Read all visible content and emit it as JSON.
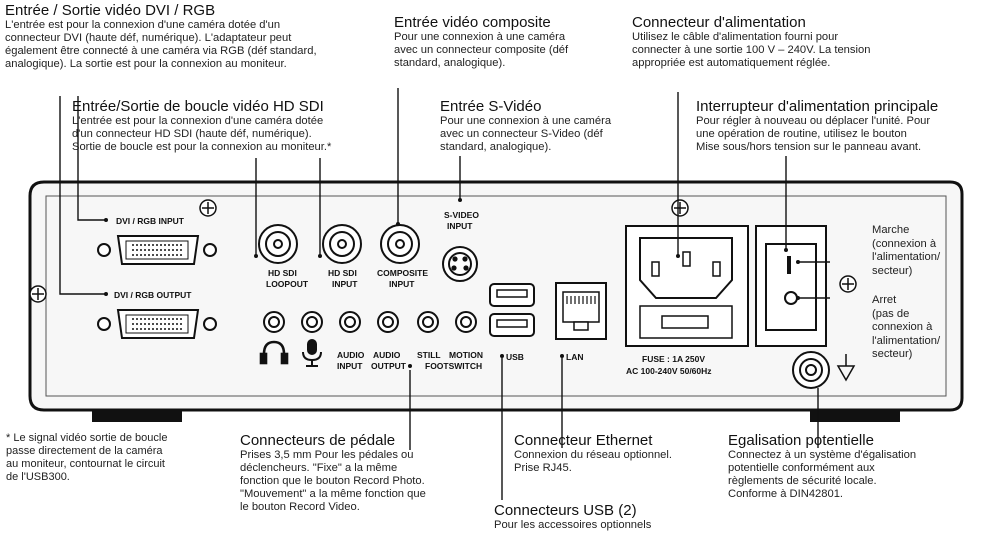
{
  "annotations": {
    "dvi": {
      "title": "Entrée / Sortie vidéo DVI / RGB",
      "desc": "L'entrée est pour la connexion d'une caméra dotée d'un\nconnecteur DVI (haute déf, numérique). L'adaptateur peut\négalement être connecté à une caméra via RGB (déf standard,\nanalogique). La sortie est pour la connexion au moniteur."
    },
    "composite": {
      "title": "Entrée vidéo composite",
      "desc": "Pour une connexion à une caméra\navec un connecteur composite (déf\nstandard, analogique)."
    },
    "power": {
      "title": "Connecteur d'alimentation",
      "desc": "Utilisez le câble d'alimentation fourni pour\nconnecter à une sortie 100 V – 240V. La tension\nappropriée est automatiquement réglée."
    },
    "hdsdi": {
      "title": "Entrée/Sortie de boucle vidéo HD SDI",
      "desc": "L'entrée est pour la connexion d'une caméra dotée\nd'un connecteur HD SDI (haute déf, numérique).\nSortie de boucle est pour la connexion au moniteur.*"
    },
    "svideo": {
      "title": "Entrée S-Vidéo",
      "desc": "Pour une connexion à une caméra\navec un connecteur S-Video (déf\nstandard, analogique)."
    },
    "switch": {
      "title": "Interrupteur d'alimentation principale",
      "desc": "Pour régler à nouveau ou déplacer l'unité. Pour\nune opération de routine, utilisez le bouton\nMise sous/hors tension sur le panneau avant."
    },
    "marche": "Marche\n(connexion à\nl'alimentation/\nsecteur)",
    "arret": "Arret\n(pas de\nconnexion à\nl'alimentation/\nsecteur)",
    "footnote": "* Le signal vidéo sortie de boucle\n   passe directement de la caméra\n   au moniteur, contournat le circuit\n   de l'USB300.",
    "pedal": {
      "title": "Connecteurs de pédale",
      "desc": "Prises 3,5 mm Pour les pédales ou\ndéclencheurs. \"Fixe\" a la même\nfonction que le bouton Record Photo.\n\"Mouvement\" a la même fonction que\nle bouton Record Video."
    },
    "ethernet": {
      "title": "Connecteur Ethernet",
      "desc": "Connexion du réseau optionnel.\nPrise RJ45."
    },
    "usb": {
      "title": "Connecteurs USB (2)",
      "desc": "Pour les accessoires optionnels"
    },
    "equipot": {
      "title": "Egalisation potentielle",
      "desc": "Connectez à un système d'égalisation\npotentielle conformément aux\nrèglements de sécurité locale.\nConforme à DIN42801."
    }
  },
  "panel_labels": {
    "dvi_in": "DVI / RGB INPUT",
    "dvi_out": "DVI / RGB OUTPUT",
    "hd_loop_1": "HD SDI",
    "hd_loop_2": "LOOPOUT",
    "hd_in_1": "HD SDI",
    "hd_in_2": "INPUT",
    "comp_1": "COMPOSITE",
    "comp_2": "INPUT",
    "sv_1": "S-VIDEO",
    "sv_2": "INPUT",
    "audio_in_1": "AUDIO",
    "audio_in_2": "INPUT",
    "audio_out_1": "AUDIO",
    "audio_out_2": "OUTPUT",
    "still": "STILL",
    "motion": "MOTION",
    "footswitch": "FOOTSWITCH",
    "usb": "USB",
    "lan": "LAN",
    "fuse_1": "FUSE : 1A   250V",
    "fuse_2": "AC 100-240V   50/60Hz",
    "switch_on": "I"
  },
  "icons": [
    "headphones-icon",
    "microphone-icon",
    "ground-icon",
    "screw-icon"
  ]
}
